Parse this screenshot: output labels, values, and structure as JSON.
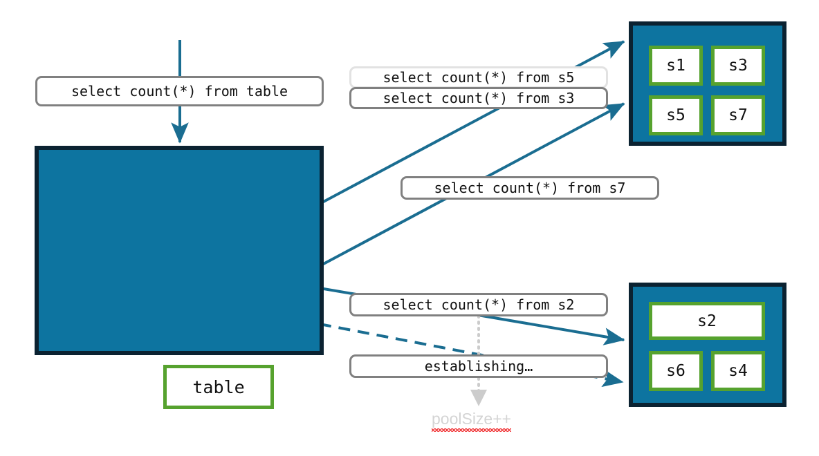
{
  "diagram": {
    "title": "Connection pool query routing diagram",
    "colors": {
      "pool_fill": "#0d74a0",
      "pool_border": "#0b2231",
      "cell_border": "#56a22e",
      "cell_fill": "#ffffff",
      "edge": "#1a6d91",
      "label_border": "#808080",
      "label_border_faded": "#e2e2e2",
      "dotted_guide": "#cccccc",
      "poolsize_text": "#d4d4d4",
      "spellcheck_underline": "#f1383a",
      "text": "#111111",
      "background": "#ffffff"
    }
  },
  "labels": {
    "incoming_query": "select count(*) from table",
    "query_s5": "select count(*) from s5",
    "query_s3": "select count(*) from s3",
    "query_s7": "select count(*) from s7",
    "query_s2": "select count(*) from s2",
    "establishing": "establishing…",
    "poolsize": "poolSize++"
  },
  "table_pool": {
    "cell": "table"
  },
  "pool_top": {
    "cells": [
      {
        "label": "s1"
      },
      {
        "label": "s3"
      },
      {
        "label": "s5"
      },
      {
        "label": "s7"
      }
    ]
  },
  "pool_bottom": {
    "cells": [
      {
        "label": "s2"
      },
      {
        "label": "s6"
      },
      {
        "label": "s4"
      }
    ]
  },
  "edges": [
    {
      "name": "incoming-arrow",
      "style": "solid",
      "from": "top",
      "to": "table-pool"
    },
    {
      "name": "table-to-pool-top-1",
      "style": "solid",
      "from": "table-pool",
      "to": "pool-top"
    },
    {
      "name": "table-to-pool-top-2",
      "style": "solid",
      "from": "table-pool",
      "to": "pool-top"
    },
    {
      "name": "table-to-pool-bottom-s2",
      "style": "solid",
      "from": "table-pool",
      "to": "pool-bottom"
    },
    {
      "name": "table-to-pool-bottom-establishing",
      "style": "dashed",
      "from": "table-pool",
      "to": "pool-bottom"
    },
    {
      "name": "poolsize-guide",
      "style": "dotted",
      "from": "query_s2",
      "to": "poolsize"
    }
  ]
}
